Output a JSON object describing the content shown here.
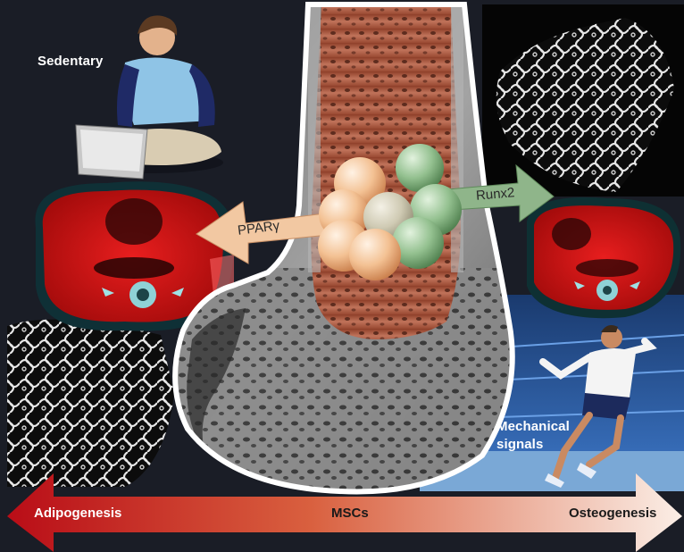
{
  "labels": {
    "sedentary": "Sedentary",
    "mechanical": "Mechanical\nsignals",
    "pparg": "PPARγ",
    "runx2": "Runx2"
  },
  "axis": {
    "left": "Adipogenesis",
    "center": "MSCs",
    "right": "Osteogenesis"
  },
  "colors": {
    "background": "#1a1d26",
    "adipogenesis": "#c0101a",
    "osteogenesis": "#f7e2d6",
    "marrow": "#b05a3e",
    "fat_cell": "#f0b98a",
    "bone_cell": "#8fbf8c",
    "pparg_arrow": "#f2c8a2",
    "runx2_arrow": "#8fb58a",
    "ct_red": "#cc1010"
  }
}
